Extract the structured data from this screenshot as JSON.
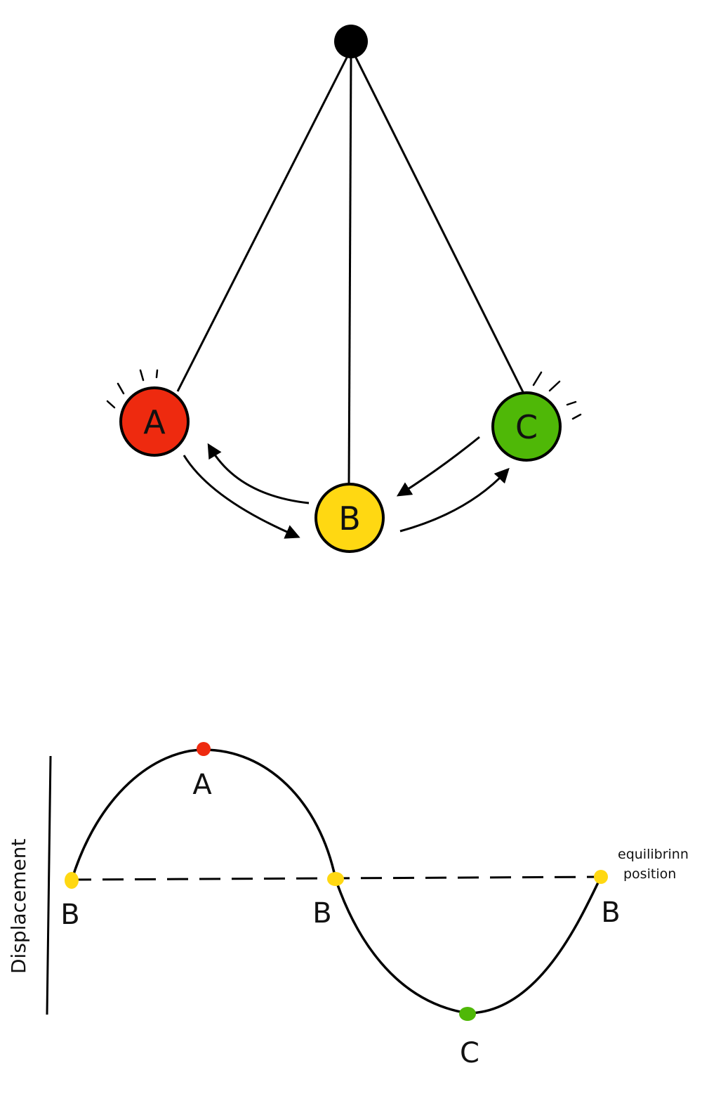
{
  "pendulum": {
    "balls": [
      {
        "id": "A",
        "label": "A",
        "color": "#ee2a0f"
      },
      {
        "id": "B",
        "label": "B",
        "color": "#ffd812"
      },
      {
        "id": "C",
        "label": "C",
        "color": "#4fb807"
      }
    ]
  },
  "graph": {
    "axis_label": "Displacement",
    "equilibrium_label_line1": "equilibrinn",
    "equilibrium_label_line2": "position",
    "points": [
      {
        "label": "B",
        "color": "#ffd812"
      },
      {
        "label": "A",
        "color": "#ee2a0f"
      },
      {
        "label": "B",
        "color": "#ffd812"
      },
      {
        "label": "C",
        "color": "#4fb807"
      },
      {
        "label": "B",
        "color": "#ffd812"
      }
    ]
  }
}
